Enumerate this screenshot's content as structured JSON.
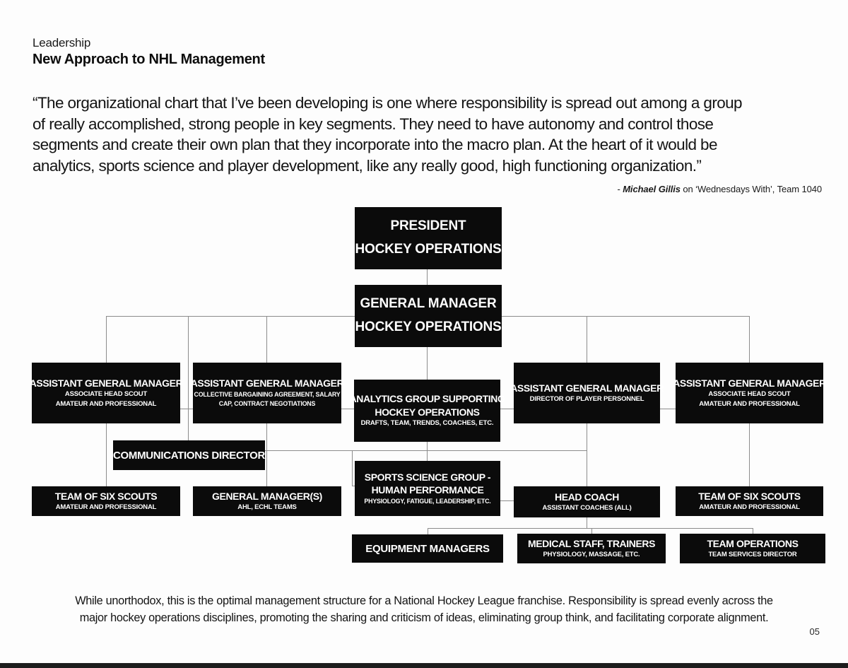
{
  "page": {
    "eyebrow": "Leadership",
    "title": "New Approach to NHL Management",
    "quote_lines": [
      "“The organizational chart that I’ve been developing is one where responsibility is spread out among a group",
      "of really accomplished, strong people in key segments. They need to have autonomy and control those",
      "segments and create their own plan that they incorporate into the macro plan. At the heart of it would be",
      "analytics, sports science and player development, like any really good, high functioning organization.”"
    ],
    "attribution": {
      "dash": "- ",
      "name": "Michael Gillis",
      "rest": " on ‘Wednesdays With’, Team 1040"
    },
    "footer_lines": [
      "While unorthodox, this is the optimal management structure for a National Hockey League franchise. Responsibility is spread evenly across the",
      "major hockey operations disciplines, promoting the sharing and criticism of ideas, eliminating group think, and facilitating corporate alignment."
    ],
    "page_number": "05"
  },
  "colors": {
    "box_background": "#0b0b0b",
    "box_text": "#ffffff",
    "connector_line": "#8c8c8c",
    "bottom_bar": "#1d1d1d"
  },
  "org": {
    "boxes": {
      "president": {
        "title": [
          "PRESIDENT",
          "HOCKEY OPERATIONS"
        ]
      },
      "gm": {
        "title": [
          "GENERAL MANAGER",
          "HOCKEY OPERATIONS"
        ]
      },
      "agm1": {
        "title": [
          "ASSISTANT GENERAL MANAGER"
        ],
        "sub": [
          "ASSOCIATE HEAD SCOUT",
          "AMATEUR AND PROFESSIONAL"
        ]
      },
      "agm2": {
        "title": [
          "ASSISTANT GENERAL MANAGER"
        ],
        "sub": [
          "COLLECTIVE BARGAINING AGREEMENT, SALARY",
          "CAP, CONTRACT NEGOTIATIONS"
        ]
      },
      "analytics": {
        "title": [
          "ANALYTICS GROUP SUPPORTING",
          "HOCKEY OPERATIONS"
        ],
        "sub": [
          "DRAFTS, TEAM, TRENDS, COACHES, ETC."
        ]
      },
      "agm3": {
        "title": [
          "ASSISTANT GENERAL MANAGER"
        ],
        "sub": [
          "DIRECTOR OF PLAYER PERSONNEL"
        ]
      },
      "agm4": {
        "title": [
          "ASSISTANT GENERAL MANAGER"
        ],
        "sub": [
          "ASSOCIATE HEAD SCOUT",
          "AMATEUR AND PROFESSIONAL"
        ]
      },
      "comm": {
        "title": [
          "COMMUNICATIONS DIRECTOR"
        ]
      },
      "sports": {
        "title": [
          "SPORTS SCIENCE GROUP -",
          "HUMAN PERFORMANCE"
        ],
        "sub": [
          "PHYSIOLOGY, FATIGUE, LEADERSHIP, ETC."
        ]
      },
      "scoutsL": {
        "title": [
          "TEAM OF SIX SCOUTS"
        ],
        "sub": [
          "AMATEUR AND PROFESSIONAL"
        ]
      },
      "gms": {
        "title": [
          "GENERAL MANAGER(S)"
        ],
        "sub": [
          "AHL, ECHL TEAMS"
        ]
      },
      "headcoach": {
        "title": [
          "HEAD COACH"
        ],
        "sub": [
          "ASSISTANT COACHES (ALL)"
        ]
      },
      "scoutsR": {
        "title": [
          "TEAM OF SIX SCOUTS"
        ],
        "sub": [
          "AMATEUR AND PROFESSIONAL"
        ]
      },
      "equipment": {
        "title": [
          "EQUIPMENT MANAGERS"
        ]
      },
      "medical": {
        "title": [
          "MEDICAL STAFF, TRAINERS"
        ],
        "sub": [
          "PHYSIOLOGY, MASSAGE, ETC."
        ]
      },
      "teamops": {
        "title": [
          "TEAM OPERATIONS"
        ],
        "sub": [
          "TEAM SERVICES DIRECTOR"
        ]
      }
    }
  }
}
